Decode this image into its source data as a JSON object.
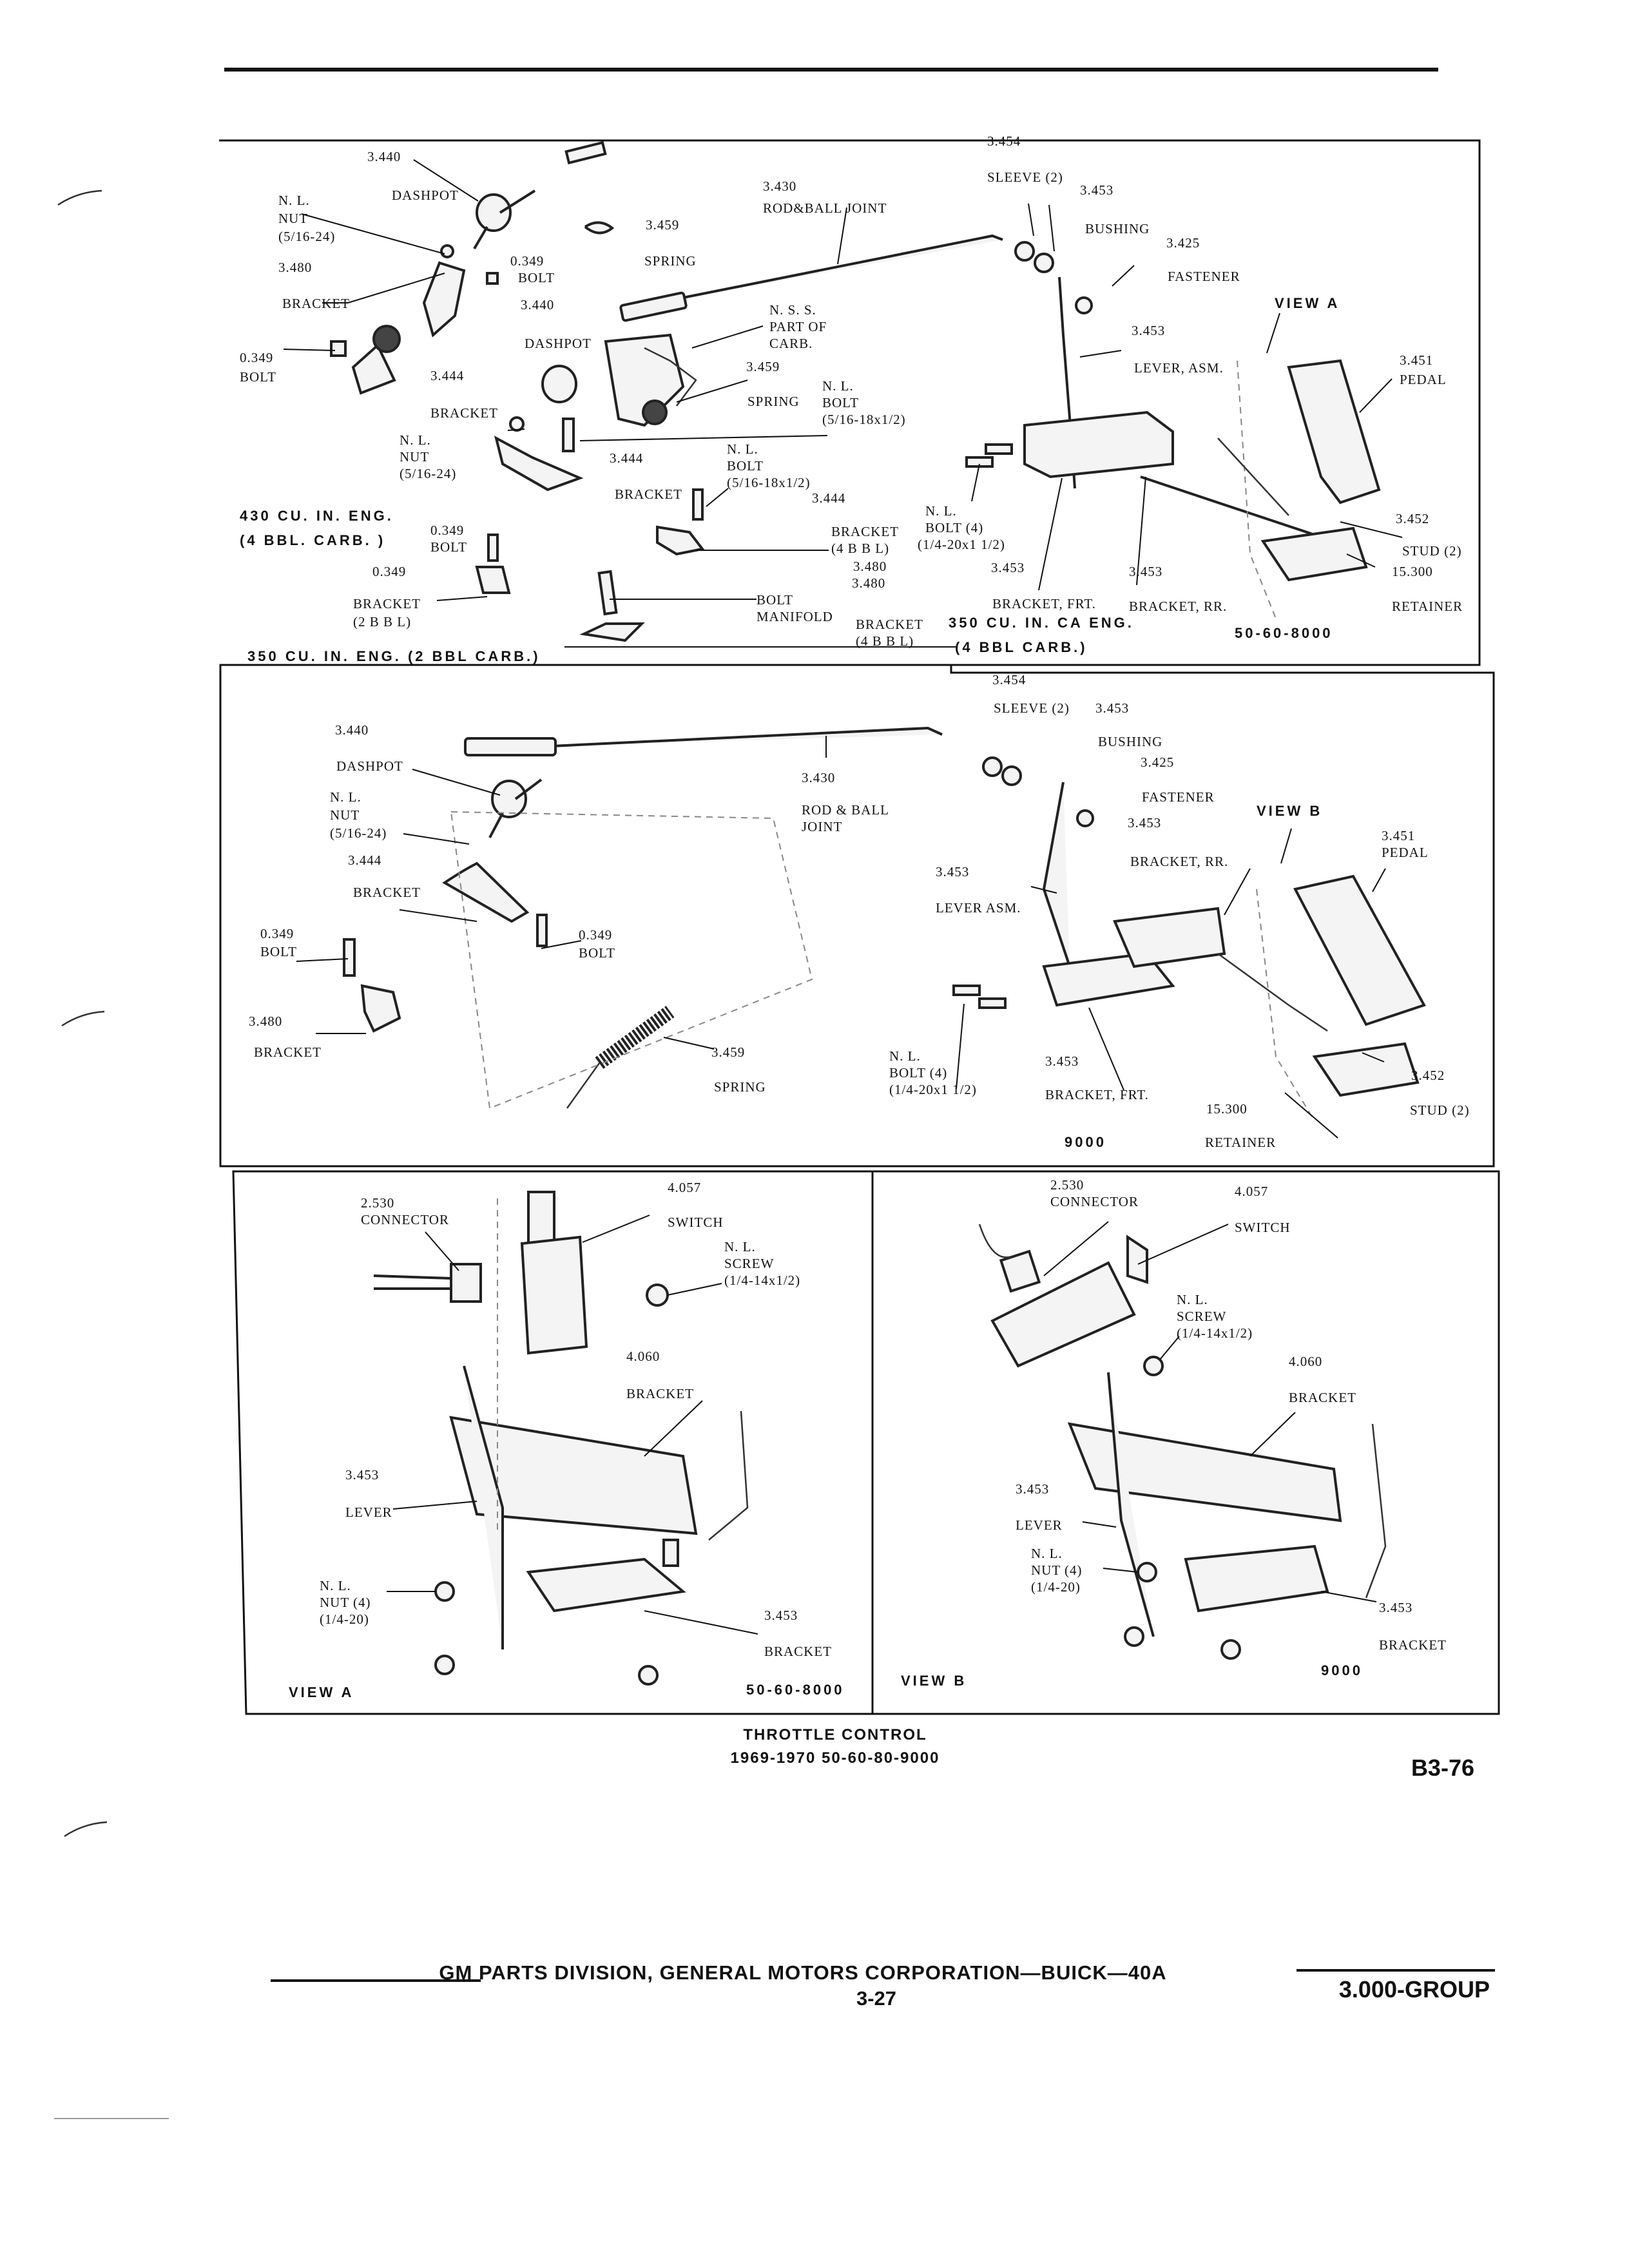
{
  "top_panel": {
    "labels": [
      "3.454",
      "3.440",
      "SLEEVE (2)",
      "3.453",
      "3.430",
      "DASHPOT",
      "N. L.",
      "ROD&BALL JOINT",
      "NUT",
      "3.459",
      "BUSHING",
      "(5/16-24)",
      "3.425",
      "0.349",
      "SPRING",
      "3.480",
      "BOLT",
      "FASTENER",
      "VIEW A",
      "BRACKET",
      "3.440",
      "N. S. S.",
      "PART OF",
      "3.453",
      "DASHPOT",
      "CARB.",
      "3.451",
      "0.349",
      "LEVER, ASM.",
      "PEDAL",
      "BOLT",
      "3.444",
      "3.459",
      "N. L.",
      "BRACKET",
      "SPRING",
      "BOLT",
      "(5/16-18x1/2)",
      "N. L.",
      "NUT",
      "3.444",
      "N. L.",
      "(5/16-24)",
      "BOLT",
      "(5/16-18x1/2)",
      "3.444",
      "BRACKET",
      "N. L.",
      "3.452",
      "430 CU. IN. ENG.",
      "BRACKET",
      "BOLT (4)",
      "0.349",
      "(4 B B L)",
      "(1/4-20x1 1/2)",
      "STUD (2)",
      "(4 BBL. CARB. )",
      "BOLT",
      "3.480",
      "3.453",
      "3.453",
      "15.300",
      "0.349",
      "3.480",
      "BOLT",
      "BRACKET",
      "BRACKET, FRT.",
      "BRACKET, RR.",
      "RETAINER",
      "(2 B B L)",
      "MANIFOLD",
      "BRACKET",
      "350 CU. IN. CA ENG.",
      "50-60-8000",
      "(4 B B L)",
      "350 CU. IN. ENG. (2 BBL CARB.)",
      "(4 BBL CARB.)"
    ]
  },
  "middle_panel": {
    "labels": [
      "3.454",
      "SLEEVE (2)",
      "3.453",
      "3.440",
      "BUSHING",
      "3.425",
      "3.430",
      "DASHPOT",
      "FASTENER",
      "N. L.",
      "ROD & BALL",
      "VIEW B",
      "NUT",
      "JOINT",
      "3.453",
      "3.451",
      "(5/16-24)",
      "PEDAL",
      "3.444",
      "BRACKET, RR.",
      "3.453",
      "BRACKET",
      "LEVER ASM.",
      "0.349",
      "0.349",
      "BOLT",
      "BOLT",
      "3.480",
      "BRACKET",
      "3.459",
      "N. L.",
      "3.453",
      "BOLT (4)",
      "3.452",
      "SPRING",
      "(1/4-20x1 1/2)",
      "BRACKET, FRT.",
      "15.300",
      "STUD (2)",
      "9000",
      "RETAINER"
    ]
  },
  "view_a_panel": {
    "labels": [
      "4.057",
      "2.530",
      "CONNECTOR",
      "SWITCH",
      "N. L.",
      "SCREW",
      "(1/4-14x1/2)",
      "4.060",
      "BRACKET",
      "3.453",
      "LEVER",
      "N. L.",
      "NUT (4)",
      "(1/4-20)",
      "3.453",
      "BRACKET",
      "VIEW A",
      "50-60-8000"
    ]
  },
  "view_b_panel": {
    "labels": [
      "2.530",
      "4.057",
      "CONNECTOR",
      "SWITCH",
      "N. L.",
      "SCREW",
      "(1/4-14x1/2)",
      "4.060",
      "BRACKET",
      "3.453",
      "LEVER",
      "N. L.",
      "NUT (4)",
      "(1/4-20)",
      "3.453",
      "BRACKET",
      "VIEW B",
      "9000"
    ]
  },
  "caption": {
    "title": "THROTTLE CONTROL",
    "subtitle": "1969-1970 50-60-80-9000",
    "page_code": "B3-76"
  },
  "footer": {
    "company": "GM PARTS DIVISION, GENERAL MOTORS CORPORATION—BUICK—40A",
    "page_number": "3-27",
    "group": "3.000-GROUP"
  }
}
